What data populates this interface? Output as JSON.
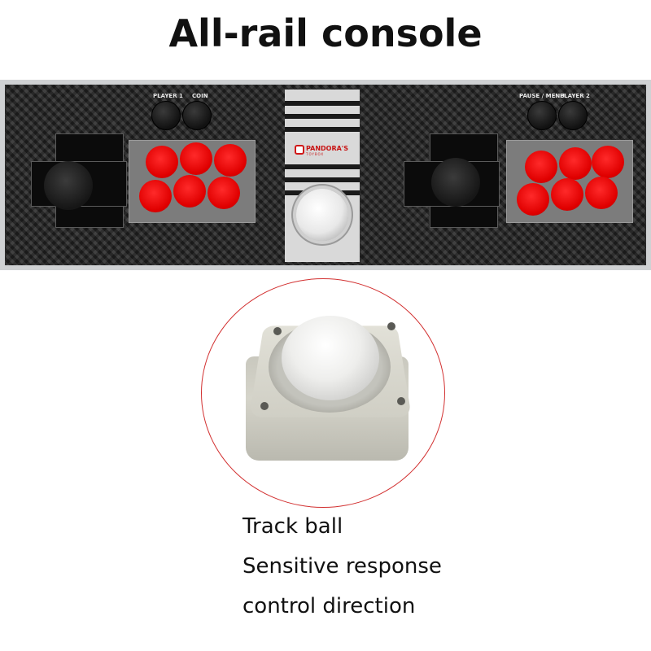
{
  "title": "All-rail console",
  "console": {
    "player1_label": "PLAYER 1",
    "coin_label": "COIN",
    "pause_menu_label": "PAUSE / MENU",
    "player2_label": "PLAYER 2",
    "logo_text": "PANDORA'S",
    "logo_subtext": "TOYBOX",
    "button_color": "#e60000"
  },
  "features": [
    "Track ball",
    "Sensitive response",
    "control direction"
  ],
  "colors": {
    "circle_outline": "#d23030"
  }
}
